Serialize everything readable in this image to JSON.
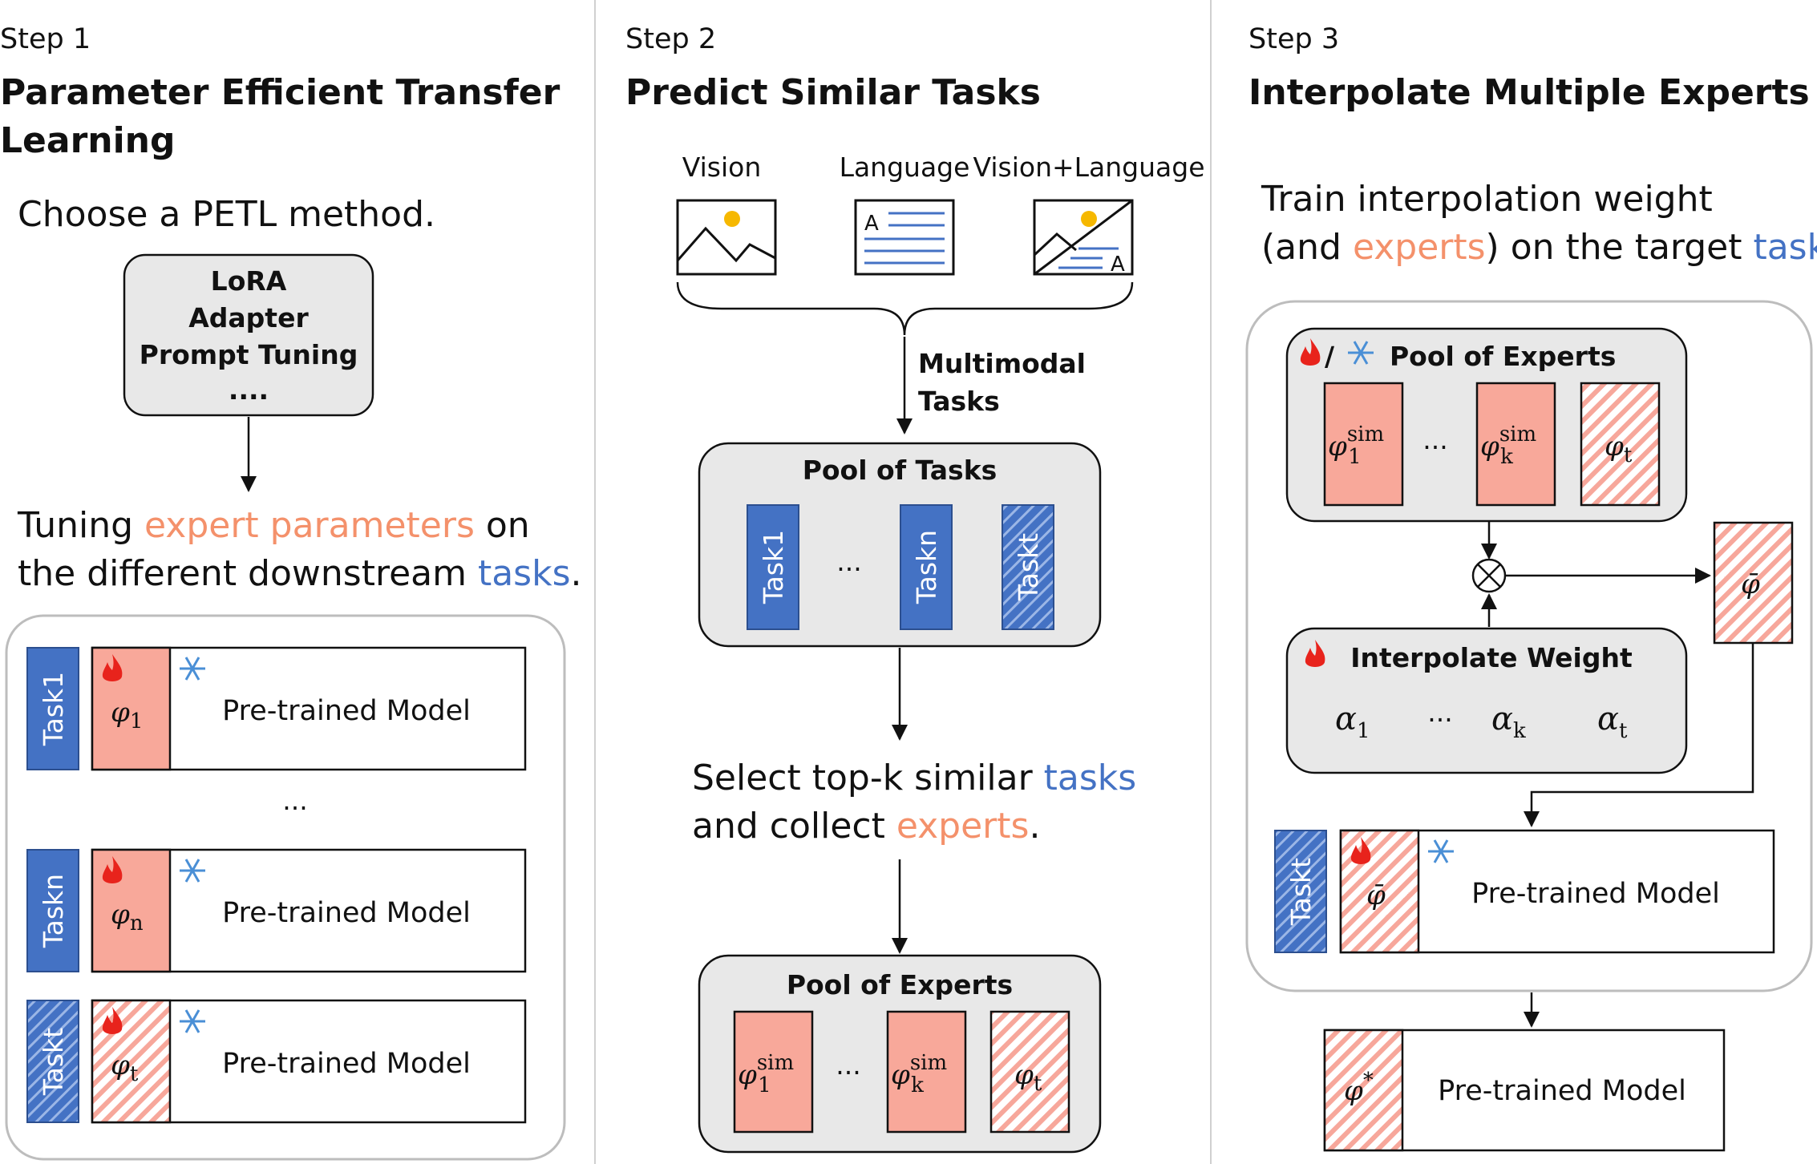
{
  "step1": {
    "step": "Step 1",
    "title_line1": "Parameter Efficient Transfer",
    "title_line2": "Learning",
    "choose": "Choose a PETL method.",
    "methods": [
      "LoRA",
      "Adapter",
      "Prompt Tuning",
      "...."
    ],
    "tuning_pre": "Tuning ",
    "tuning_expert": "expert parameters",
    "tuning_on": " on",
    "tuning_line2_pre": "the different downstream ",
    "tuning_tasks": "tasks",
    "tuning_end": ".",
    "rows": [
      {
        "task": "Task1",
        "phi": "φ",
        "sub": "1",
        "model": "Pre-trained Model"
      },
      {
        "task": "Taskn",
        "phi": "φ",
        "sub": "n",
        "model": "Pre-trained Model"
      },
      {
        "task": "Taskt",
        "phi": "φ",
        "sub": "t",
        "model": "Pre-trained Model"
      }
    ],
    "ellipsis": "..."
  },
  "step2": {
    "step": "Step 2",
    "title": "Predict Similar Tasks",
    "modalities": [
      "Vision",
      "Language",
      "Vision+Language"
    ],
    "icon_letter": "A",
    "multimodal_line1": "Multimodal",
    "multimodal_line2": "Tasks",
    "pool_tasks_title": "Pool of Tasks",
    "tasks": [
      "Task1",
      "Taskn",
      "Taskt"
    ],
    "ellipsis": "...",
    "select_pre": "Select top-k similar ",
    "select_tasks": "tasks",
    "collect_pre": "and collect ",
    "collect_experts": "experts",
    "collect_end": ".",
    "pool_experts_title": "Pool of Experts",
    "phi": "φ",
    "sup": "sim",
    "sub1": "1",
    "subk": "k",
    "subt": "t"
  },
  "step3": {
    "step": "Step 3",
    "title": "Interpolate Multiple Experts",
    "desc_line1": "Train interpolation weight",
    "desc2_pre": "(and ",
    "desc2_experts": "experts",
    "desc2_mid": ") on the target ",
    "desc2_task": "task",
    "desc2_end": ".",
    "pool_title": "Pool of Experts",
    "slash": "/",
    "interp_title": "Interpolate Weight",
    "alpha": "α",
    "alpha_subs": [
      "1",
      "k",
      "t"
    ],
    "ellipsis": "...",
    "phi": "φ",
    "sup": "sim",
    "sub1": "1",
    "subk": "k",
    "subt": "t",
    "phi_bar": "φ̄",
    "phi_star": "φ",
    "star": "*",
    "task": "Taskt",
    "model": "Pre-trained Model"
  },
  "colors": {
    "expert_orange": "#f4916b",
    "task_blue": "#4472c4",
    "expert_fill": "#f8a89a",
    "task_fill": "#4472c4",
    "pool_bg": "#e8e8e8"
  }
}
